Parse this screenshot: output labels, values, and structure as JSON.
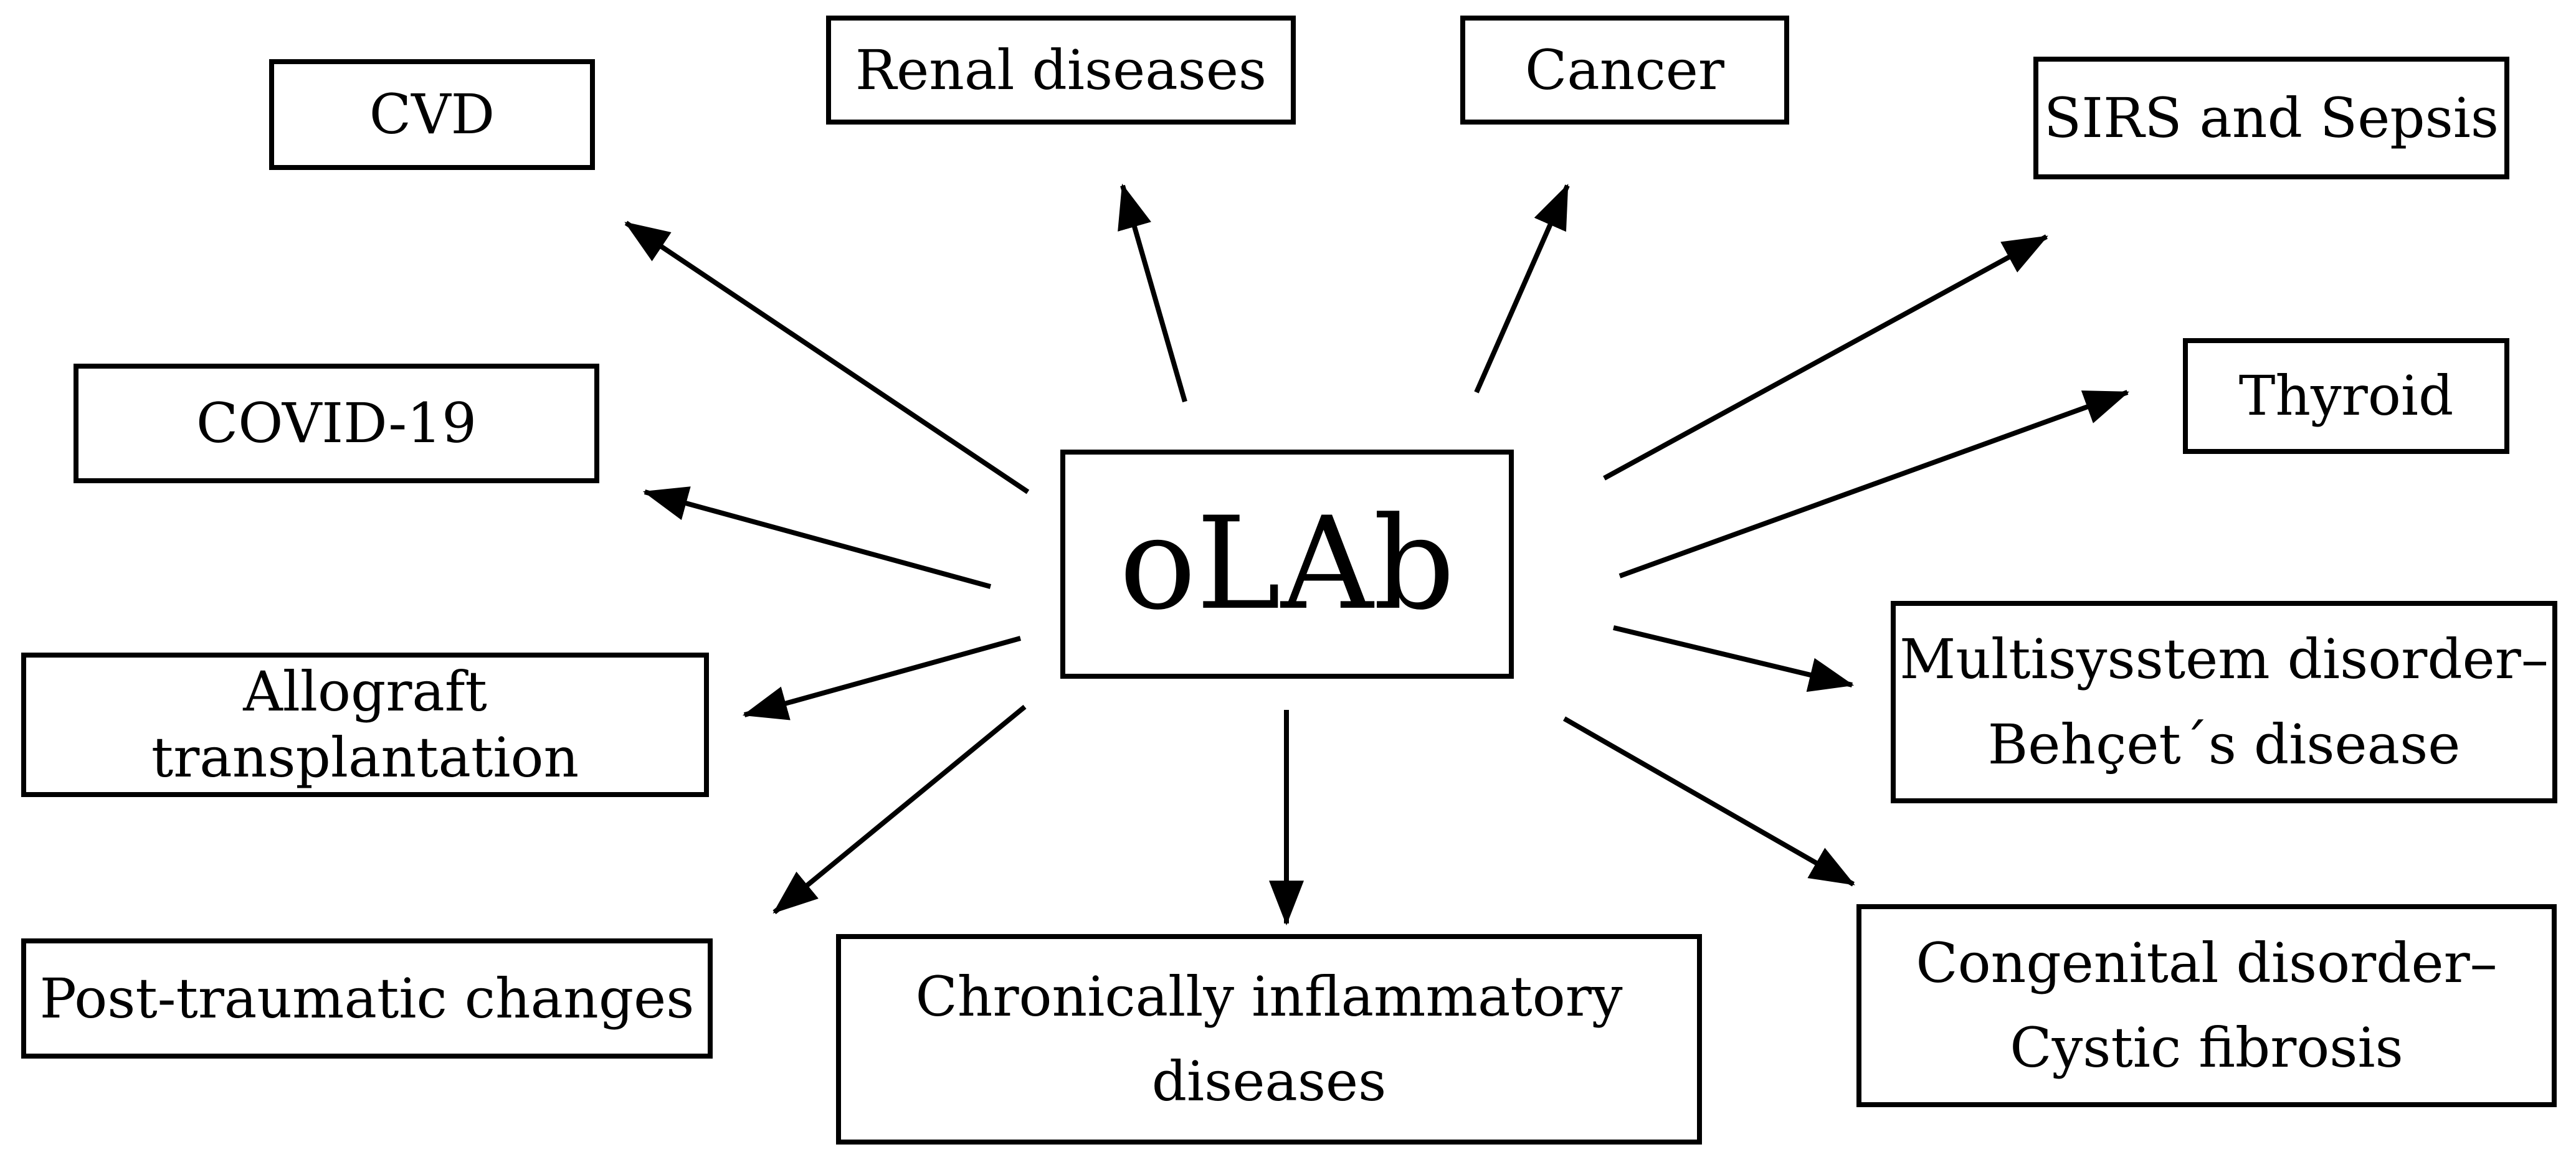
{
  "diagram": {
    "background_color": "#ffffff",
    "line_color": "#000000",
    "center": {
      "label": "oLAb"
    },
    "nodes": {
      "cvd": {
        "label": "CVD"
      },
      "renal": {
        "label": "Renal diseases"
      },
      "cancer": {
        "label": "Cancer"
      },
      "sirs": {
        "label": "SIRS and Sepsis"
      },
      "covid": {
        "label": "COVID-19"
      },
      "thyroid": {
        "label": "Thyroid"
      },
      "allograft": {
        "label": "Allograft transplantation"
      },
      "multisystem": {
        "line1": "Multisysstem disorder–",
        "line2": "Behçet´s disease"
      },
      "posttraumatic": {
        "label": "Post-traumatic changes"
      },
      "chronic": {
        "line1": "Chronically inflammatory",
        "line2": "diseases"
      },
      "congenital": {
        "line1": "Congenital disorder–",
        "line2": "Cystic fibrosis"
      }
    },
    "edges": [
      {
        "from": "oLAb",
        "to": "CVD"
      },
      {
        "from": "oLAb",
        "to": "Renal diseases"
      },
      {
        "from": "oLAb",
        "to": "Cancer"
      },
      {
        "from": "oLAb",
        "to": "SIRS and Sepsis"
      },
      {
        "from": "oLAb",
        "to": "Thyroid"
      },
      {
        "from": "oLAb",
        "to": "Multisysstem disorder–Behçet´s disease"
      },
      {
        "from": "oLAb",
        "to": "Congenital disorder–Cystic fibrosis"
      },
      {
        "from": "oLAb",
        "to": "Chronically inflammatory diseases"
      },
      {
        "from": "oLAb",
        "to": "Post-traumatic changes"
      },
      {
        "from": "oLAb",
        "to": "Allograft transplantation"
      },
      {
        "from": "oLAb",
        "to": "COVID-19"
      }
    ]
  }
}
